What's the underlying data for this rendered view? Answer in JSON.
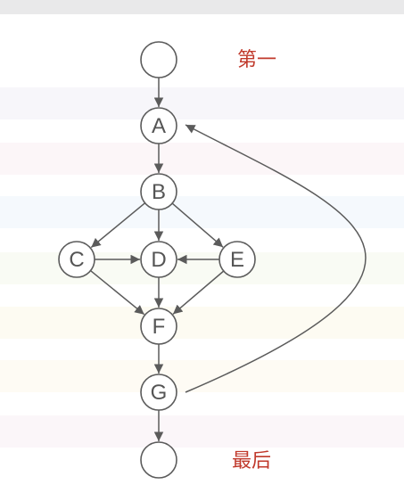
{
  "colors": {
    "node_stroke": "#5b5b5b",
    "node_text": "#555555",
    "annotation": "#c0392b"
  },
  "annotations": {
    "first": "第一",
    "last": "最后"
  },
  "nodes": [
    {
      "id": "start",
      "label": ""
    },
    {
      "id": "A",
      "label": "A"
    },
    {
      "id": "B",
      "label": "B"
    },
    {
      "id": "C",
      "label": "C"
    },
    {
      "id": "D",
      "label": "D"
    },
    {
      "id": "E",
      "label": "E"
    },
    {
      "id": "F",
      "label": "F"
    },
    {
      "id": "G",
      "label": "G"
    },
    {
      "id": "end",
      "label": ""
    }
  ],
  "edges": [
    {
      "from": "start",
      "to": "A"
    },
    {
      "from": "A",
      "to": "B"
    },
    {
      "from": "B",
      "to": "C"
    },
    {
      "from": "B",
      "to": "D"
    },
    {
      "from": "B",
      "to": "E"
    },
    {
      "from": "C",
      "to": "D"
    },
    {
      "from": "E",
      "to": "D"
    },
    {
      "from": "C",
      "to": "F"
    },
    {
      "from": "D",
      "to": "F"
    },
    {
      "from": "E",
      "to": "F"
    },
    {
      "from": "F",
      "to": "G"
    },
    {
      "from": "G",
      "to": "end"
    },
    {
      "from": "G",
      "to": "A"
    }
  ]
}
